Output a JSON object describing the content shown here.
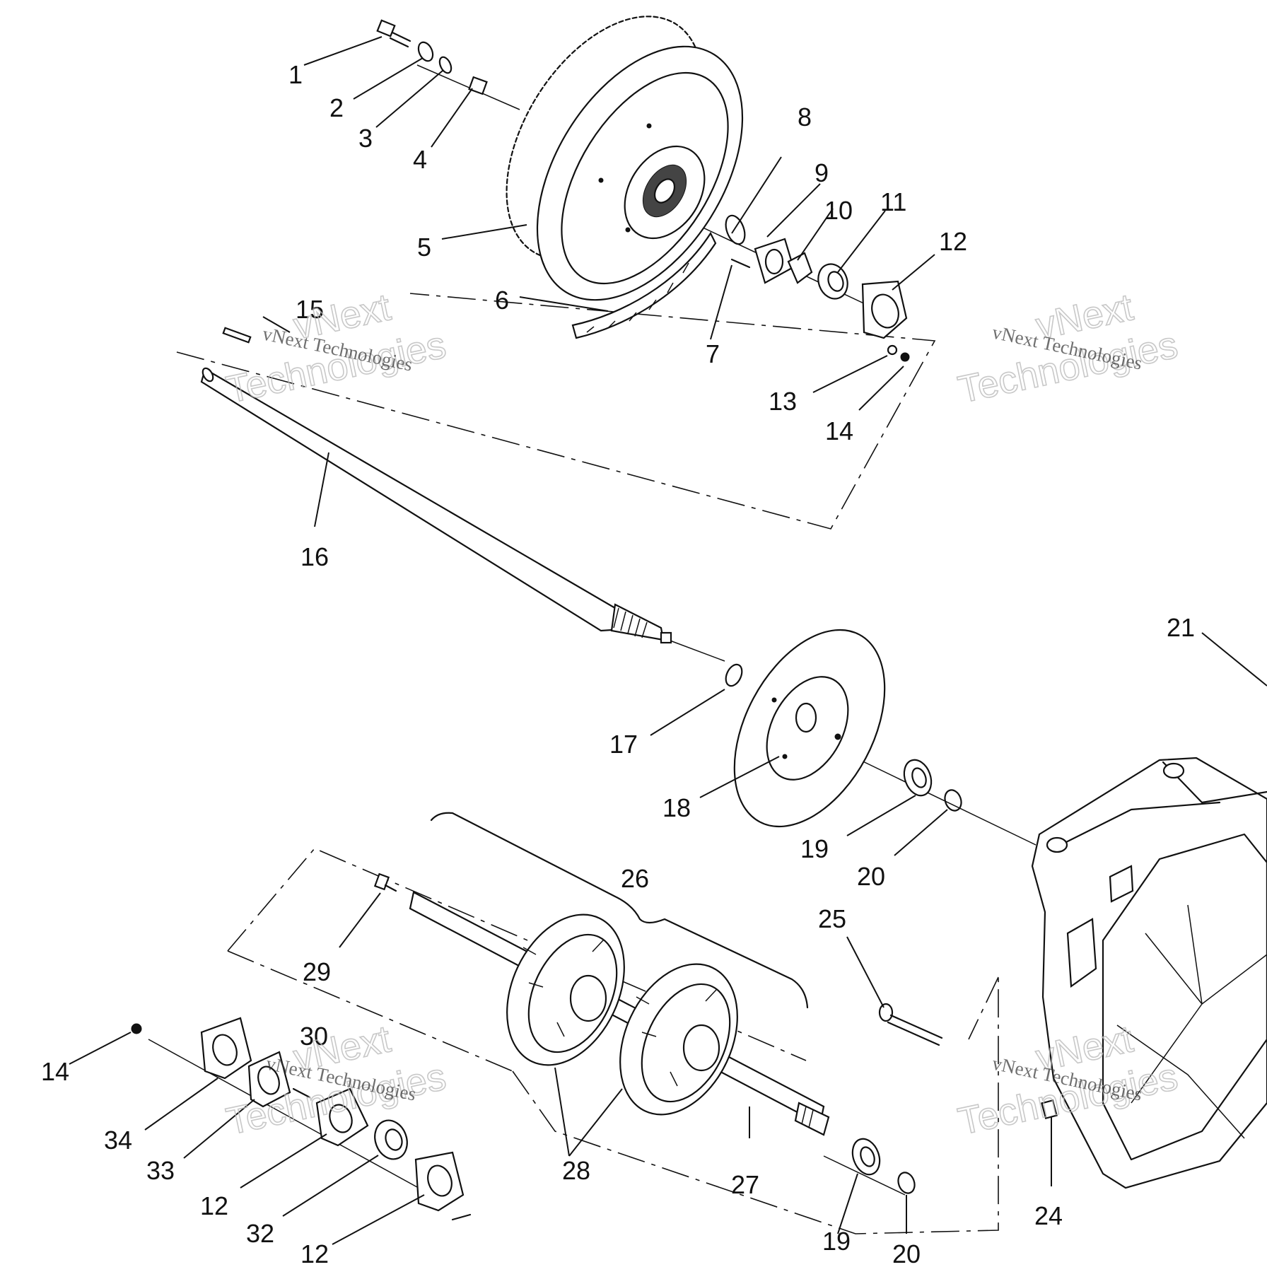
{
  "callouts": [
    {
      "id": "c1",
      "text": "1"
    },
    {
      "id": "c2",
      "text": "2"
    },
    {
      "id": "c3",
      "text": "3"
    },
    {
      "id": "c4",
      "text": "4"
    },
    {
      "id": "c5",
      "text": "5"
    },
    {
      "id": "c6",
      "text": "6"
    },
    {
      "id": "c7",
      "text": "7"
    },
    {
      "id": "c8",
      "text": "8"
    },
    {
      "id": "c9",
      "text": "9"
    },
    {
      "id": "c10",
      "text": "10"
    },
    {
      "id": "c11",
      "text": "11"
    },
    {
      "id": "c12a",
      "text": "12"
    },
    {
      "id": "c13",
      "text": "13"
    },
    {
      "id": "c14a",
      "text": "14"
    },
    {
      "id": "c15",
      "text": "15"
    },
    {
      "id": "c16",
      "text": "16"
    },
    {
      "id": "c17",
      "text": "17"
    },
    {
      "id": "c18",
      "text": "18"
    },
    {
      "id": "c19a",
      "text": "19"
    },
    {
      "id": "c20a",
      "text": "20"
    },
    {
      "id": "c21",
      "text": "21"
    },
    {
      "id": "c24",
      "text": "24"
    },
    {
      "id": "c25",
      "text": "25"
    },
    {
      "id": "c26",
      "text": "26"
    },
    {
      "id": "c27",
      "text": "27"
    },
    {
      "id": "c28",
      "text": "28"
    },
    {
      "id": "c29",
      "text": "29"
    },
    {
      "id": "c30",
      "text": "30"
    },
    {
      "id": "c14b",
      "text": "14"
    },
    {
      "id": "c34",
      "text": "34"
    },
    {
      "id": "c33",
      "text": "33"
    },
    {
      "id": "c12b",
      "text": "12"
    },
    {
      "id": "c32",
      "text": "32"
    },
    {
      "id": "c12c",
      "text": "12"
    },
    {
      "id": "c19b",
      "text": "19"
    },
    {
      "id": "c20b",
      "text": "20"
    }
  ],
  "watermark": {
    "company": "vNext Technologies",
    "line1": "vNext",
    "line2": "Technologies"
  }
}
